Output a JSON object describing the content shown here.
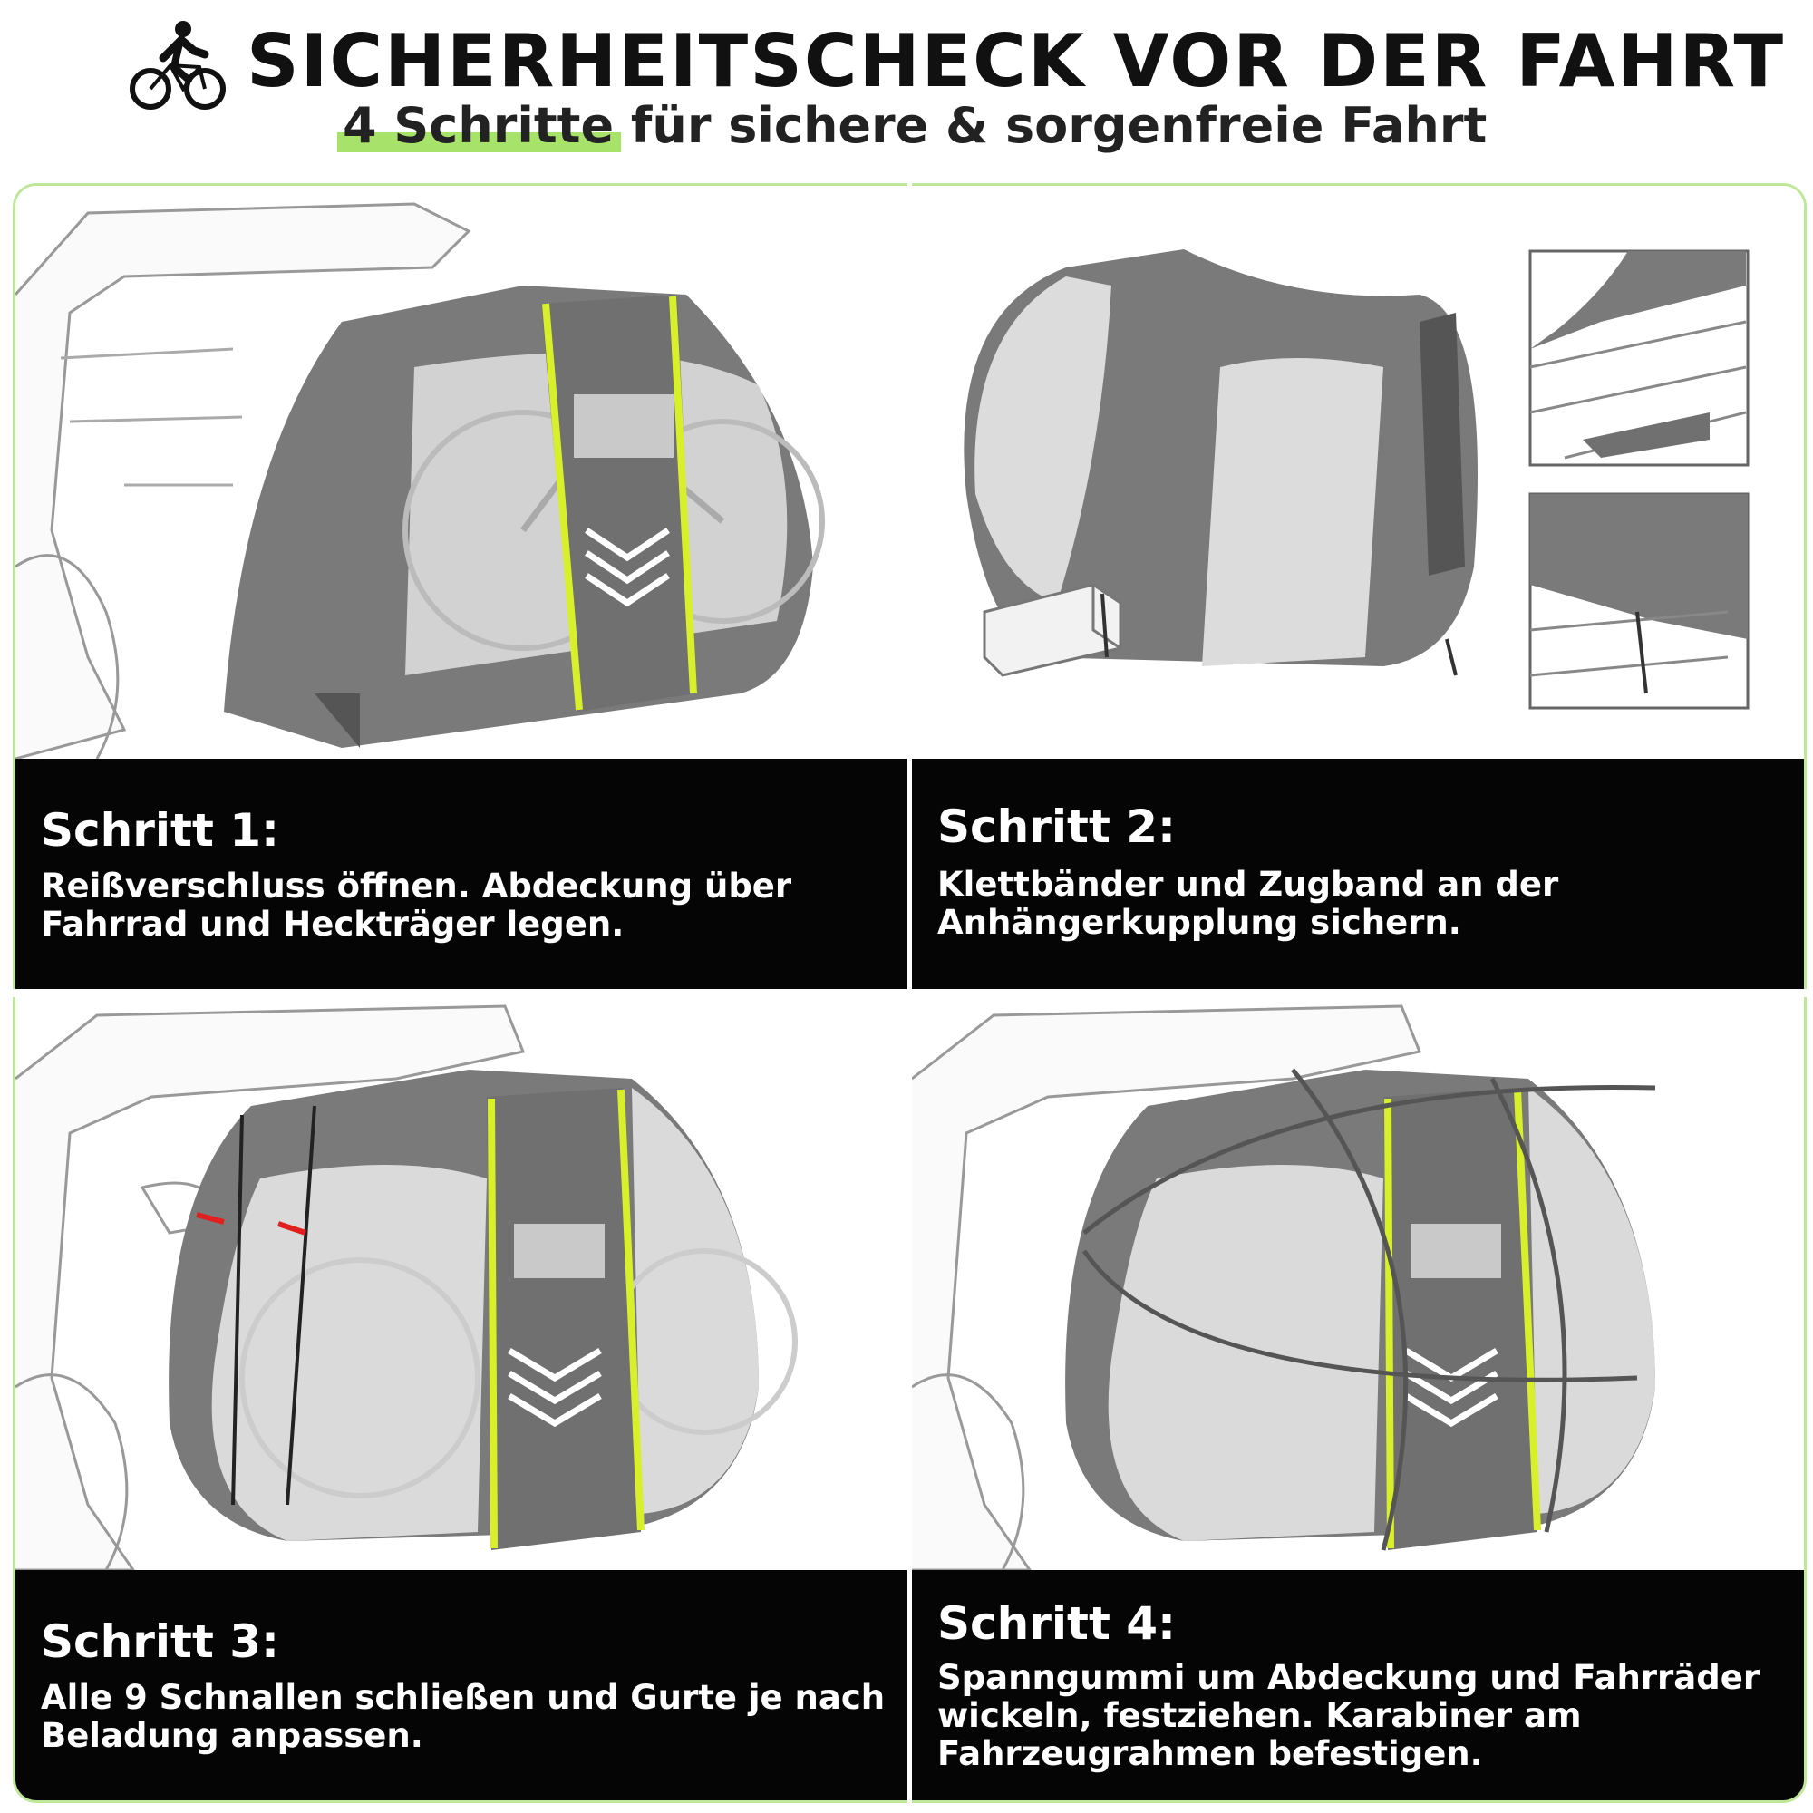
{
  "header": {
    "title": "SICHERHEITSCHECK VOR DER FAHRT",
    "subtitle_highlight": "4 Schritte",
    "subtitle_rest": " für sichere & sorgenfreie Fahrt"
  },
  "steps": [
    {
      "label": "Schritt 1:",
      "text": "Reißverschluss öffnen. Abdeckung über Fahrrad und Heckträger legen."
    },
    {
      "label": "Schritt 2:",
      "text": "Klettbänder und Zugband an der Anhängerkupplung sichern."
    },
    {
      "label": "Schritt 3:",
      "text": "Alle 9 Schnallen schließen und Gurte je nach Beladung anpassen."
    },
    {
      "label": "Schritt 4:",
      "text": "Spanngummi um Abdeckung und Fahrräder wickeln, festziehen. Karabiner am Fahrzeugrahmen befestigen."
    }
  ],
  "colors": {
    "accent_green": "#a7e26a",
    "reflective_yellow": "#d8f02a",
    "cover_gray": "#7a7a7a",
    "caption_bg": "#050505",
    "panel_border": "#bfe79a"
  },
  "icons": [
    "cyclist-icon",
    "bike-cover-illustration",
    "hitch-detail-illustration"
  ]
}
